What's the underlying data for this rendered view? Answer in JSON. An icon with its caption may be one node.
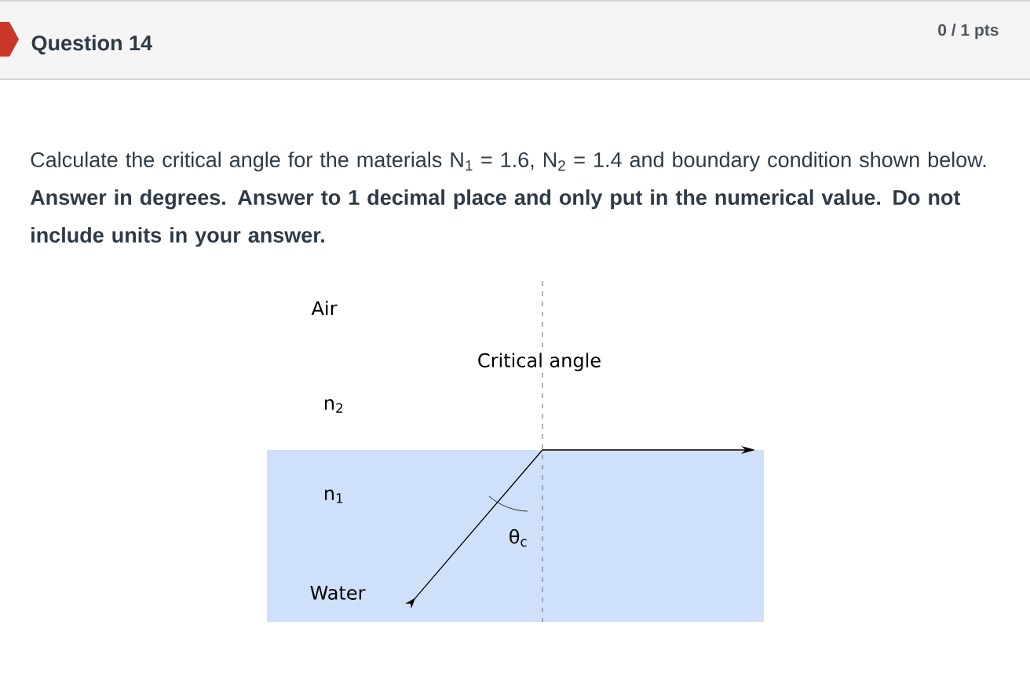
{
  "diagram": {
    "nodes": [
      {
        "text": [
          "n$_{1}$",
          "θ$_{c}$",
          "Water"
        ]
      }
    ],
    "labels": [
      "Question 14",
      "0 / 1 pts",
      "Calculate the critical angle for the materials N$_{1}$ = 1.6, N$_{2}$ = 1.4 and boundary condition shown below. **Answer in degrees. Answer to 1 decimal place and only put in the numerical value. Do not include units in your answer.**",
      "Air",
      "Critical angle",
      "n$_{2}$"
    ]
  }
}
